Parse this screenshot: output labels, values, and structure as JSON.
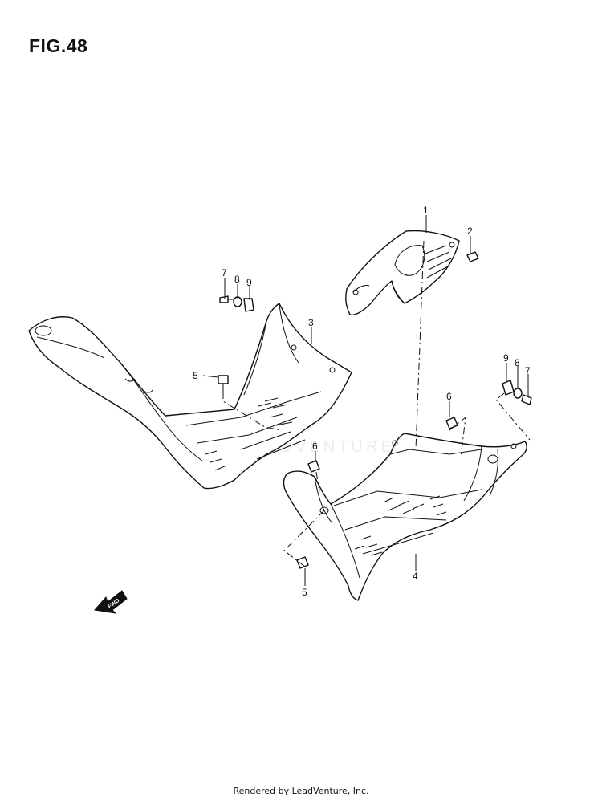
{
  "figure": {
    "title": "FIG.48"
  },
  "callouts": {
    "c1": "1",
    "c2": "2",
    "c3": "3",
    "c4": "4",
    "c5a": "5",
    "c5b": "5",
    "c6a": "6",
    "c6b": "6",
    "c7a": "7",
    "c7b": "7",
    "c8a": "8",
    "c8b": "8",
    "c9a": "9",
    "c9b": "9"
  },
  "fwd_label": "FWD",
  "footer": "Rendered by LeadVenture, Inc.",
  "colors": {
    "line": "#111111",
    "background": "#ffffff",
    "watermark": "#e6e6e6"
  }
}
